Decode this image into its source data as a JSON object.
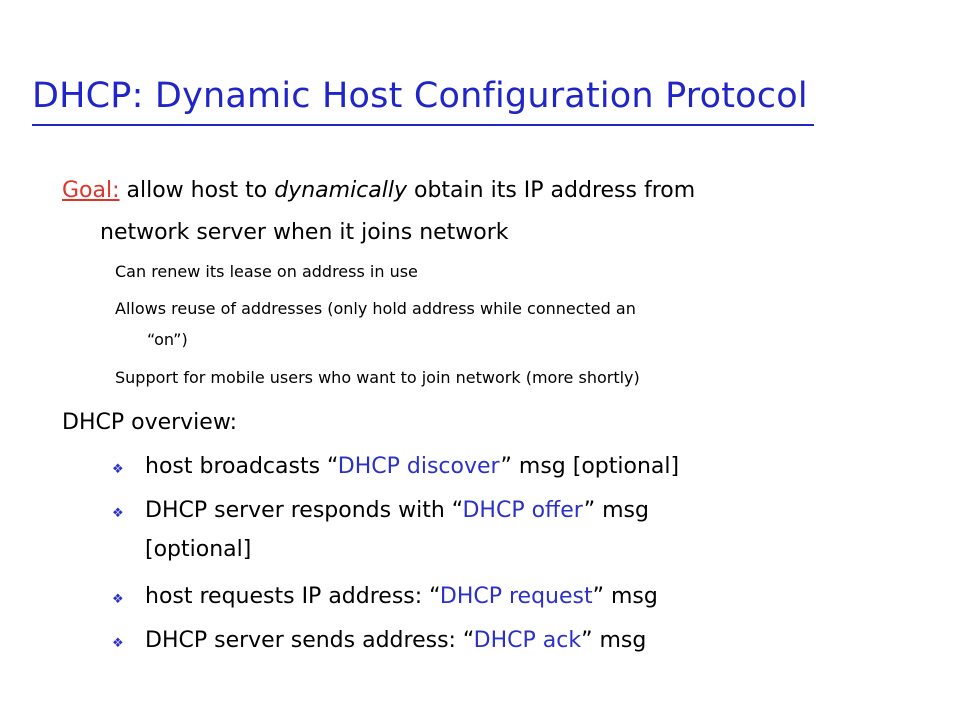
{
  "slide": {
    "title": "DHCP: Dynamic Host Configuration Protocol",
    "goal": {
      "label": "Goal:",
      "text_before": " allow host to ",
      "emphasis": "dynamically",
      "text_after": " obtain its IP address from",
      "continuation": "network server when it joins network"
    },
    "sub_items": [
      "Can renew its lease on address in use",
      "Allows reuse of addresses (only hold address while connected an",
      "“on”)",
      "Support for mobile users who want to join network (more shortly)"
    ],
    "overview_heading": "DHCP overview:",
    "bullet_glyph": "❖",
    "bullets": [
      {
        "before": "host broadcasts “",
        "highlight": "DHCP discover",
        "after": "” msg [optional]"
      },
      {
        "before": "DHCP server responds with “",
        "highlight": "DHCP offer",
        "after": "” msg",
        "continuation": "[optional]"
      },
      {
        "before": "host requests IP address: “",
        "highlight": "DHCP request",
        "after": "” msg"
      },
      {
        "before": "DHCP server sends address: “",
        "highlight": "DHCP ack",
        "after": "” msg"
      }
    ],
    "colors": {
      "title": "#1f25c8",
      "goal_label": "#e0342a",
      "highlight": "#2b30c9"
    }
  }
}
